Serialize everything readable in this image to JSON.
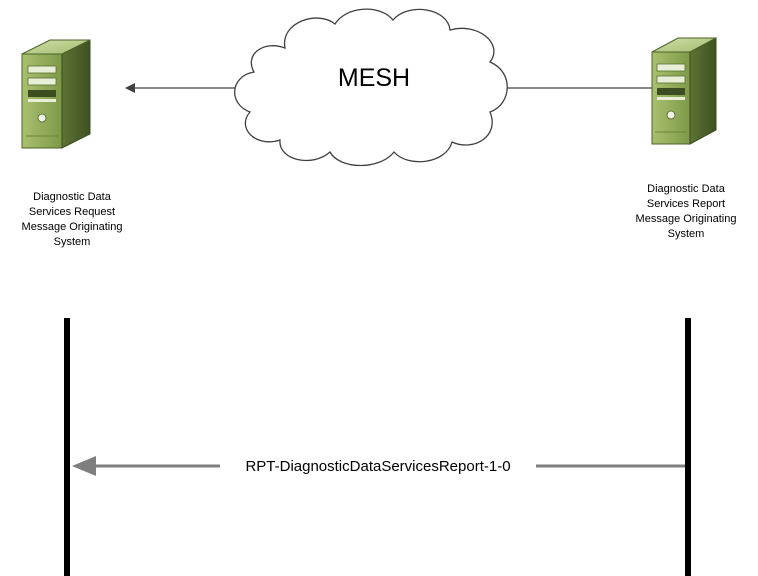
{
  "network": {
    "label": "MESH"
  },
  "systems": {
    "left": {
      "label": "Diagnostic Data\nServices Request\nMessage Originating\nSystem",
      "icon": "server-icon"
    },
    "right": {
      "label": "Diagnostic Data\nServices Report\nMessage Originating\nSystem",
      "icon": "server-icon"
    }
  },
  "message": {
    "label": "RPT-DiagnosticDataServicesReport-1-0",
    "direction": "right-to-left"
  },
  "colors": {
    "server_front": "#8faa5a",
    "server_side": "#6b8540",
    "server_top": "#b7cc8b",
    "arrow": "#7f7f7f",
    "lifeline": "#000000",
    "cloud_stroke": "#404040"
  }
}
